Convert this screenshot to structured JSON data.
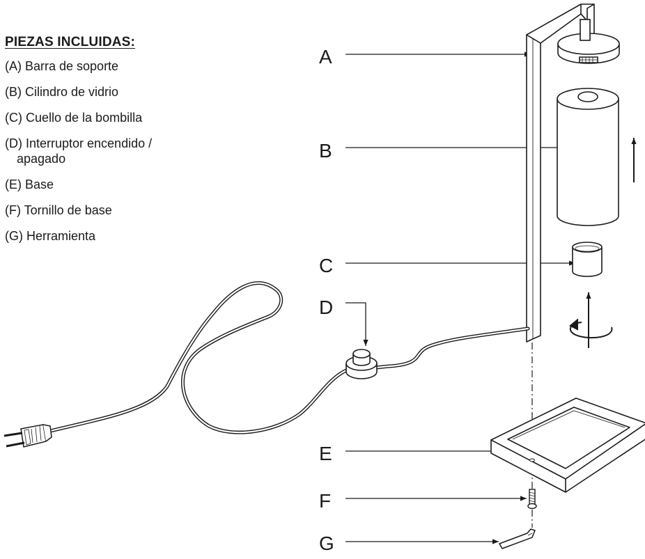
{
  "parts_list": {
    "title": "PIEZAS INCLUIDAS:",
    "items": [
      {
        "label": "(A) Barra de soporte"
      },
      {
        "label": "(B) Cilindro de vidrio"
      },
      {
        "label": "(C) Cuello de la bombilla"
      },
      {
        "label": "(D) Interruptor encendido /",
        "label_cont": "apagado"
      },
      {
        "label": "(E) Base"
      },
      {
        "label": "(F) Tornillo de base"
      },
      {
        "label": "(G) Herramienta"
      }
    ]
  },
  "callouts": {
    "a": "A",
    "b": "B",
    "c": "C",
    "d": "D",
    "e": "E",
    "f": "F",
    "g": "G"
  },
  "colors": {
    "line": "#1a1a1a",
    "background": "#ffffff"
  }
}
